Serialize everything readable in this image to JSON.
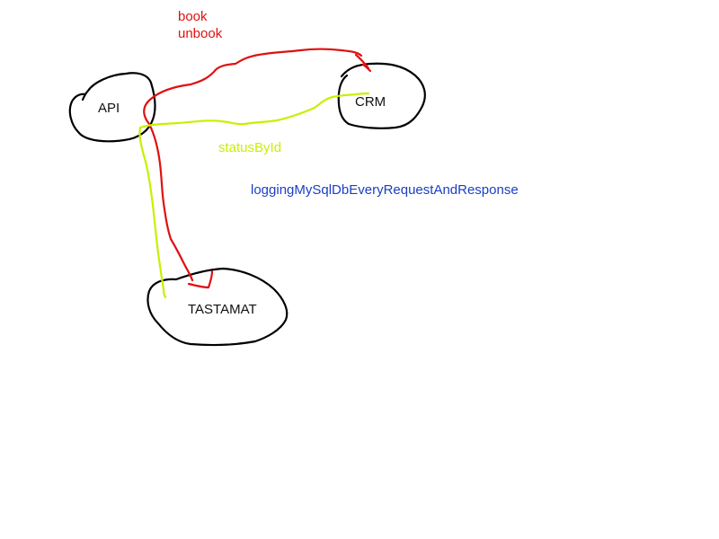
{
  "colors": {
    "outline": "#000000",
    "red": "#e01010",
    "green": "#c8f000",
    "blue": "#1a3fc4"
  },
  "nodes": {
    "api": {
      "label": "API"
    },
    "crm": {
      "label": "CRM"
    },
    "tastamat": {
      "label": "TASTAMAT"
    }
  },
  "edges": {
    "red": {
      "labels": [
        "book",
        "unbook"
      ]
    },
    "green": {
      "label": "statusById"
    }
  },
  "annotation": {
    "text": "loggingMySqlDbEveryRequestAndResponse"
  }
}
